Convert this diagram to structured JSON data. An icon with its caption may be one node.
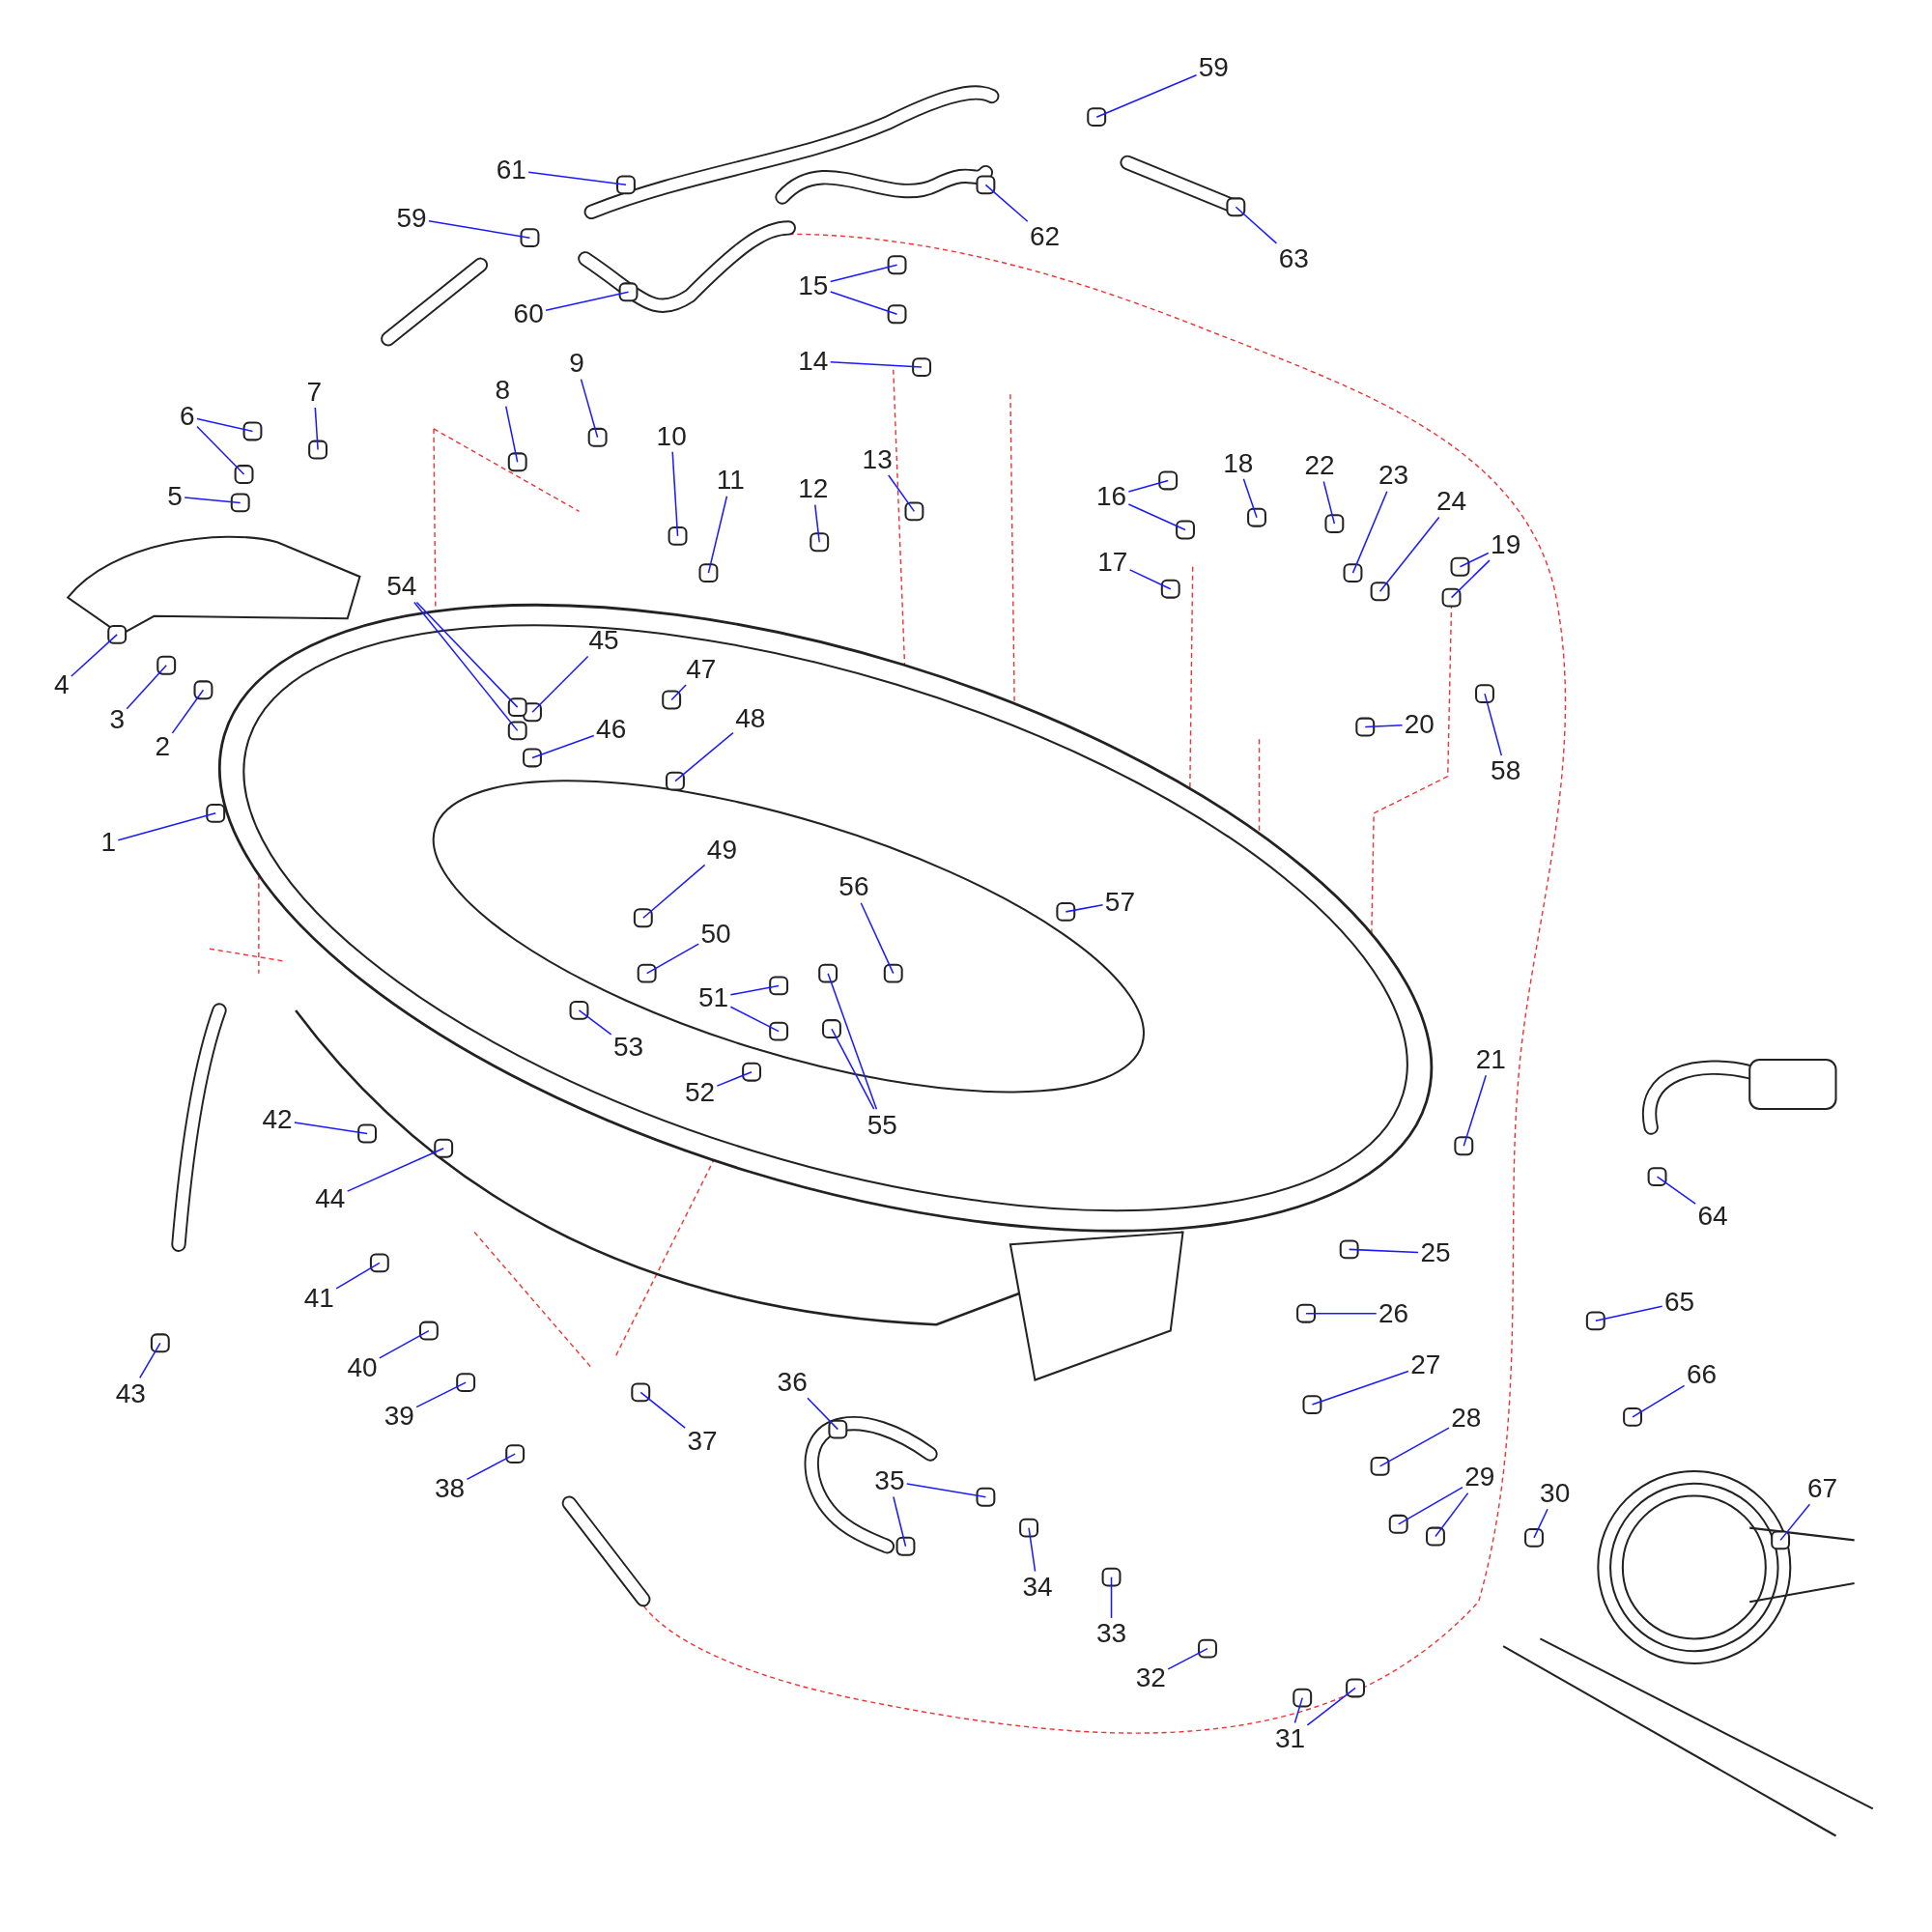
{
  "diagram": {
    "nodes": [
      {
        "text": [
          "1"
        ]
      },
      {
        "text": [
          "2"
        ]
      },
      {
        "text": [
          "3"
        ]
      },
      {
        "text": [
          "4"
        ]
      },
      {
        "text": [
          "5"
        ]
      },
      {
        "text": [
          "6"
        ]
      },
      {
        "text": [
          "7"
        ]
      },
      {
        "text": [
          "8"
        ]
      },
      {
        "text": [
          "9"
        ]
      },
      {
        "text": [
          "10"
        ]
      },
      {
        "text": [
          "11"
        ]
      },
      {
        "text": [
          "12"
        ]
      },
      {
        "text": [
          "13"
        ]
      },
      {
        "text": [
          "14"
        ]
      },
      {
        "text": [
          "15"
        ]
      },
      {
        "text": [
          "16"
        ]
      },
      {
        "text": [
          "17"
        ]
      },
      {
        "text": [
          "18"
        ]
      },
      {
        "text": [
          "19"
        ]
      },
      {
        "text": [
          "20"
        ]
      },
      {
        "text": [
          "21"
        ]
      },
      {
        "text": [
          "22"
        ]
      },
      {
        "text": [
          "23"
        ]
      },
      {
        "text": [
          "24"
        ]
      },
      {
        "text": [
          "25"
        ]
      },
      {
        "text": [
          "26"
        ]
      },
      {
        "text": [
          "27"
        ]
      },
      {
        "text": [
          "28"
        ]
      },
      {
        "text": [
          "29"
        ]
      },
      {
        "text": [
          "30"
        ]
      },
      {
        "text": [
          "31"
        ]
      },
      {
        "text": [
          "32"
        ]
      },
      {
        "text": [
          "33"
        ]
      },
      {
        "text": [
          "34"
        ]
      },
      {
        "text": [
          "35"
        ]
      },
      {
        "text": [
          "36"
        ]
      },
      {
        "text": [
          "37"
        ]
      },
      {
        "text": [
          "38"
        ]
      },
      {
        "text": [
          "39"
        ]
      },
      {
        "text": [
          "40"
        ]
      },
      {
        "text": [
          "41"
        ]
      },
      {
        "text": [
          "42"
        ]
      },
      {
        "text": [
          "43"
        ]
      },
      {
        "text": [
          "44"
        ]
      },
      {
        "text": [
          "45"
        ]
      },
      {
        "text": [
          "46"
        ]
      },
      {
        "text": [
          "47"
        ]
      },
      {
        "text": [
          "48"
        ]
      },
      {
        "text": [
          "49"
        ]
      },
      {
        "text": [
          "50"
        ]
      },
      {
        "text": [
          "51"
        ]
      },
      {
        "text": [
          "52"
        ]
      },
      {
        "text": [
          "53"
        ]
      },
      {
        "text": [
          "54"
        ]
      },
      {
        "text": [
          "55"
        ]
      },
      {
        "text": [
          "56"
        ]
      },
      {
        "text": [
          "57"
        ]
      },
      {
        "text": [
          "58"
        ]
      },
      {
        "text": [
          "59"
        ]
      },
      {
        "text": [
          "59"
        ]
      },
      {
        "text": [
          "60"
        ]
      },
      {
        "text": [
          "61"
        ]
      },
      {
        "text": [
          "62"
        ]
      },
      {
        "text": [
          "63"
        ]
      },
      {
        "text": [
          "64"
        ]
      },
      {
        "text": [
          "65"
        ]
      },
      {
        "text": [
          "66"
        ]
      },
      {
        "text": [
          "67"
        ]
      }
    ],
    "edges": [
      {
        "from": 0,
        "to": null,
        "arrow": "none"
      },
      {
        "from": 1,
        "to": null,
        "arrow": "none"
      },
      {
        "from": 2,
        "to": null,
        "arrow": "none"
      },
      {
        "from": 3,
        "to": null,
        "arrow": "none"
      },
      {
        "from": 4,
        "to": null,
        "arrow": "none"
      },
      {
        "from": 5,
        "to": null,
        "arrow": "none"
      },
      {
        "from": 5,
        "to": null,
        "arrow": "none"
      },
      {
        "from": 6,
        "to": null,
        "arrow": "none"
      },
      {
        "from": 7,
        "to": null,
        "arrow": "none"
      },
      {
        "from": 8,
        "to": null,
        "arrow": "none"
      },
      {
        "from": 9,
        "to": null,
        "arrow": "none"
      },
      {
        "from": 10,
        "to": null,
        "arrow": "none"
      },
      {
        "from": 11,
        "to": null,
        "arrow": "none"
      },
      {
        "from": 12,
        "to": null,
        "arrow": "none"
      },
      {
        "from": 13,
        "to": null,
        "arrow": "none"
      },
      {
        "from": 14,
        "to": null,
        "arrow": "none"
      },
      {
        "from": 14,
        "to": null,
        "arrow": "none"
      },
      {
        "from": 15,
        "to": null,
        "arrow": "none"
      },
      {
        "from": 15,
        "to": null,
        "arrow": "none"
      },
      {
        "from": 16,
        "to": null,
        "arrow": "none"
      },
      {
        "from": 17,
        "to": null,
        "arrow": "none"
      },
      {
        "from": 18,
        "to": null,
        "arrow": "none"
      },
      {
        "from": 18,
        "to": null,
        "arrow": "none"
      },
      {
        "from": 19,
        "to": null,
        "arrow": "none"
      },
      {
        "from": 20,
        "to": null,
        "arrow": "none"
      },
      {
        "from": 21,
        "to": null,
        "arrow": "none"
      },
      {
        "from": 22,
        "to": null,
        "arrow": "none"
      },
      {
        "from": 23,
        "to": null,
        "arrow": "none"
      },
      {
        "from": 24,
        "to": null,
        "arrow": "none"
      },
      {
        "from": 25,
        "to": null,
        "arrow": "none"
      },
      {
        "from": 26,
        "to": null,
        "arrow": "none"
      },
      {
        "from": 27,
        "to": null,
        "arrow": "none"
      },
      {
        "from": 28,
        "to": null,
        "arrow": "none"
      },
      {
        "from": 28,
        "to": null,
        "arrow": "none"
      },
      {
        "from": 29,
        "to": null,
        "arrow": "none"
      },
      {
        "from": 30,
        "to": null,
        "arrow": "none"
      },
      {
        "from": 30,
        "to": null,
        "arrow": "none"
      },
      {
        "from": 31,
        "to": null,
        "arrow": "none"
      },
      {
        "from": 32,
        "to": null,
        "arrow": "none"
      },
      {
        "from": 33,
        "to": null,
        "arrow": "none"
      },
      {
        "from": 34,
        "to": null,
        "arrow": "none"
      },
      {
        "from": 34,
        "to": null,
        "arrow": "none"
      },
      {
        "from": 35,
        "to": null,
        "arrow": "none"
      },
      {
        "from": 36,
        "to": null,
        "arrow": "none"
      },
      {
        "from": 37,
        "to": null,
        "arrow": "none"
      },
      {
        "from": 38,
        "to": null,
        "arrow": "none"
      },
      {
        "from": 39,
        "to": null,
        "arrow": "none"
      },
      {
        "from": 40,
        "to": null,
        "arrow": "none"
      },
      {
        "from": 41,
        "to": null,
        "arrow": "none"
      },
      {
        "from": 42,
        "to": null,
        "arrow": "none"
      },
      {
        "from": 43,
        "to": null,
        "arrow": "none"
      },
      {
        "from": 44,
        "to": null,
        "arrow": "none"
      },
      {
        "from": 45,
        "to": null,
        "arrow": "none"
      },
      {
        "from": 46,
        "to": null,
        "arrow": "none"
      },
      {
        "from": 47,
        "to": null,
        "arrow": "none"
      },
      {
        "from": 48,
        "to": null,
        "arrow": "none"
      },
      {
        "from": 49,
        "to": null,
        "arrow": "none"
      },
      {
        "from": 50,
        "to": null,
        "arrow": "none"
      },
      {
        "from": 50,
        "to": null,
        "arrow": "none"
      },
      {
        "from": 51,
        "to": null,
        "arrow": "none"
      },
      {
        "from": 52,
        "to": null,
        "arrow": "none"
      },
      {
        "from": 53,
        "to": null,
        "arrow": "none"
      },
      {
        "from": 53,
        "to": null,
        "arrow": "none"
      },
      {
        "from": 54,
        "to": null,
        "arrow": "none"
      },
      {
        "from": 54,
        "to": null,
        "arrow": "none"
      },
      {
        "from": 55,
        "to": null,
        "arrow": "none"
      },
      {
        "from": 56,
        "to": null,
        "arrow": "none"
      },
      {
        "from": 57,
        "to": null,
        "arrow": "none"
      },
      {
        "from": 58,
        "to": null,
        "arrow": "none"
      },
      {
        "from": 59,
        "to": null,
        "arrow": "none"
      },
      {
        "from": 60,
        "to": null,
        "arrow": "none"
      },
      {
        "from": 61,
        "to": null,
        "arrow": "none"
      },
      {
        "from": 62,
        "to": null,
        "arrow": "none"
      },
      {
        "from": 63,
        "to": null,
        "arrow": "none"
      },
      {
        "from": 64,
        "to": null,
        "arrow": "none"
      },
      {
        "from": 65,
        "to": null,
        "arrow": "none"
      },
      {
        "from": 66,
        "to": null,
        "arrow": "none"
      },
      {
        "from": 67,
        "to": null,
        "arrow": "none"
      }
    ]
  }
}
